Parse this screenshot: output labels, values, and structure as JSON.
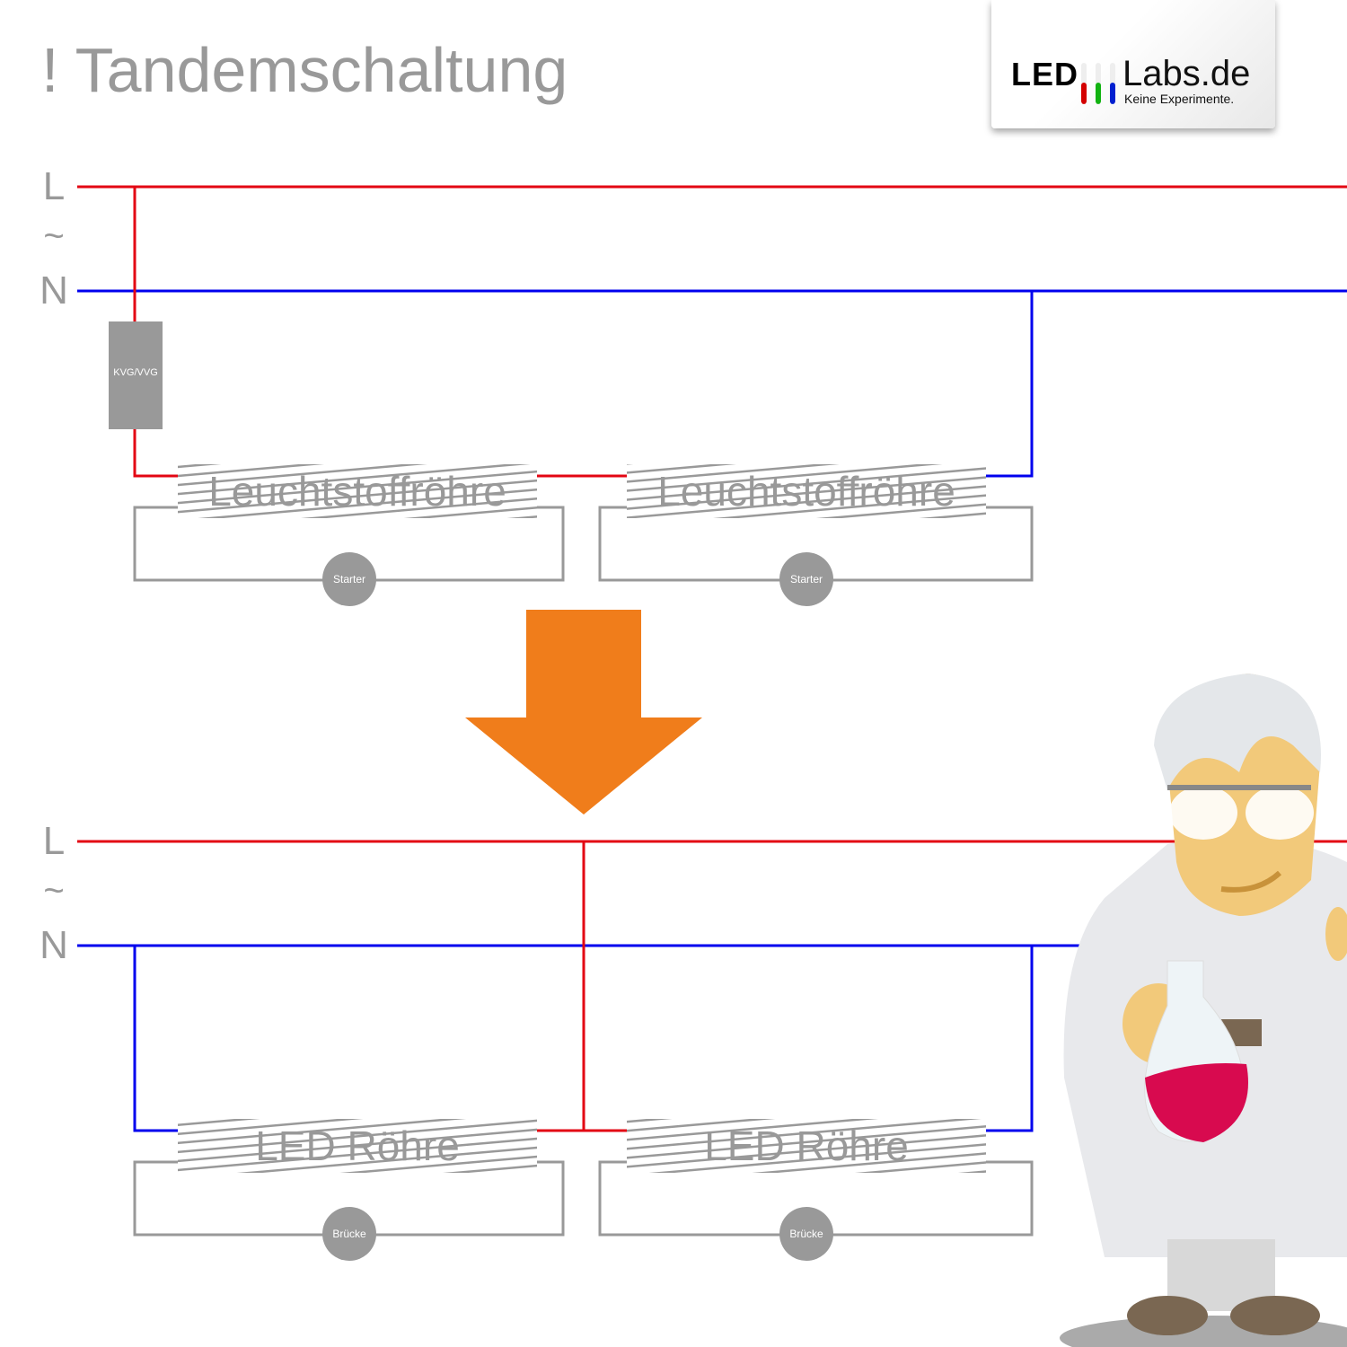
{
  "title": "! Tandemschaltung",
  "logo": {
    "led": "LED",
    "labs": "Labs.de",
    "tagline": "Keine Experimente.",
    "tube_colors": [
      "#d40000",
      "#12b312",
      "#0020d0"
    ]
  },
  "colors": {
    "live": "#e30613",
    "neutral": "#0000ee",
    "component": "#999999",
    "arrow": "#f07d1b"
  },
  "before": {
    "live_label": "L",
    "tilde": "~",
    "neutral_label": "N",
    "ballast": "KVG/VVG",
    "tubes": [
      "Leuchtstoffröhre",
      "Leuchtstoffröhre"
    ],
    "starters": [
      "Starter",
      "Starter"
    ]
  },
  "after": {
    "live_label": "L",
    "tilde": "~",
    "neutral_label": "N",
    "tubes": [
      "LED Röhre",
      "LED Röhre"
    ],
    "bridges": [
      "Brücke",
      "Brücke"
    ]
  }
}
